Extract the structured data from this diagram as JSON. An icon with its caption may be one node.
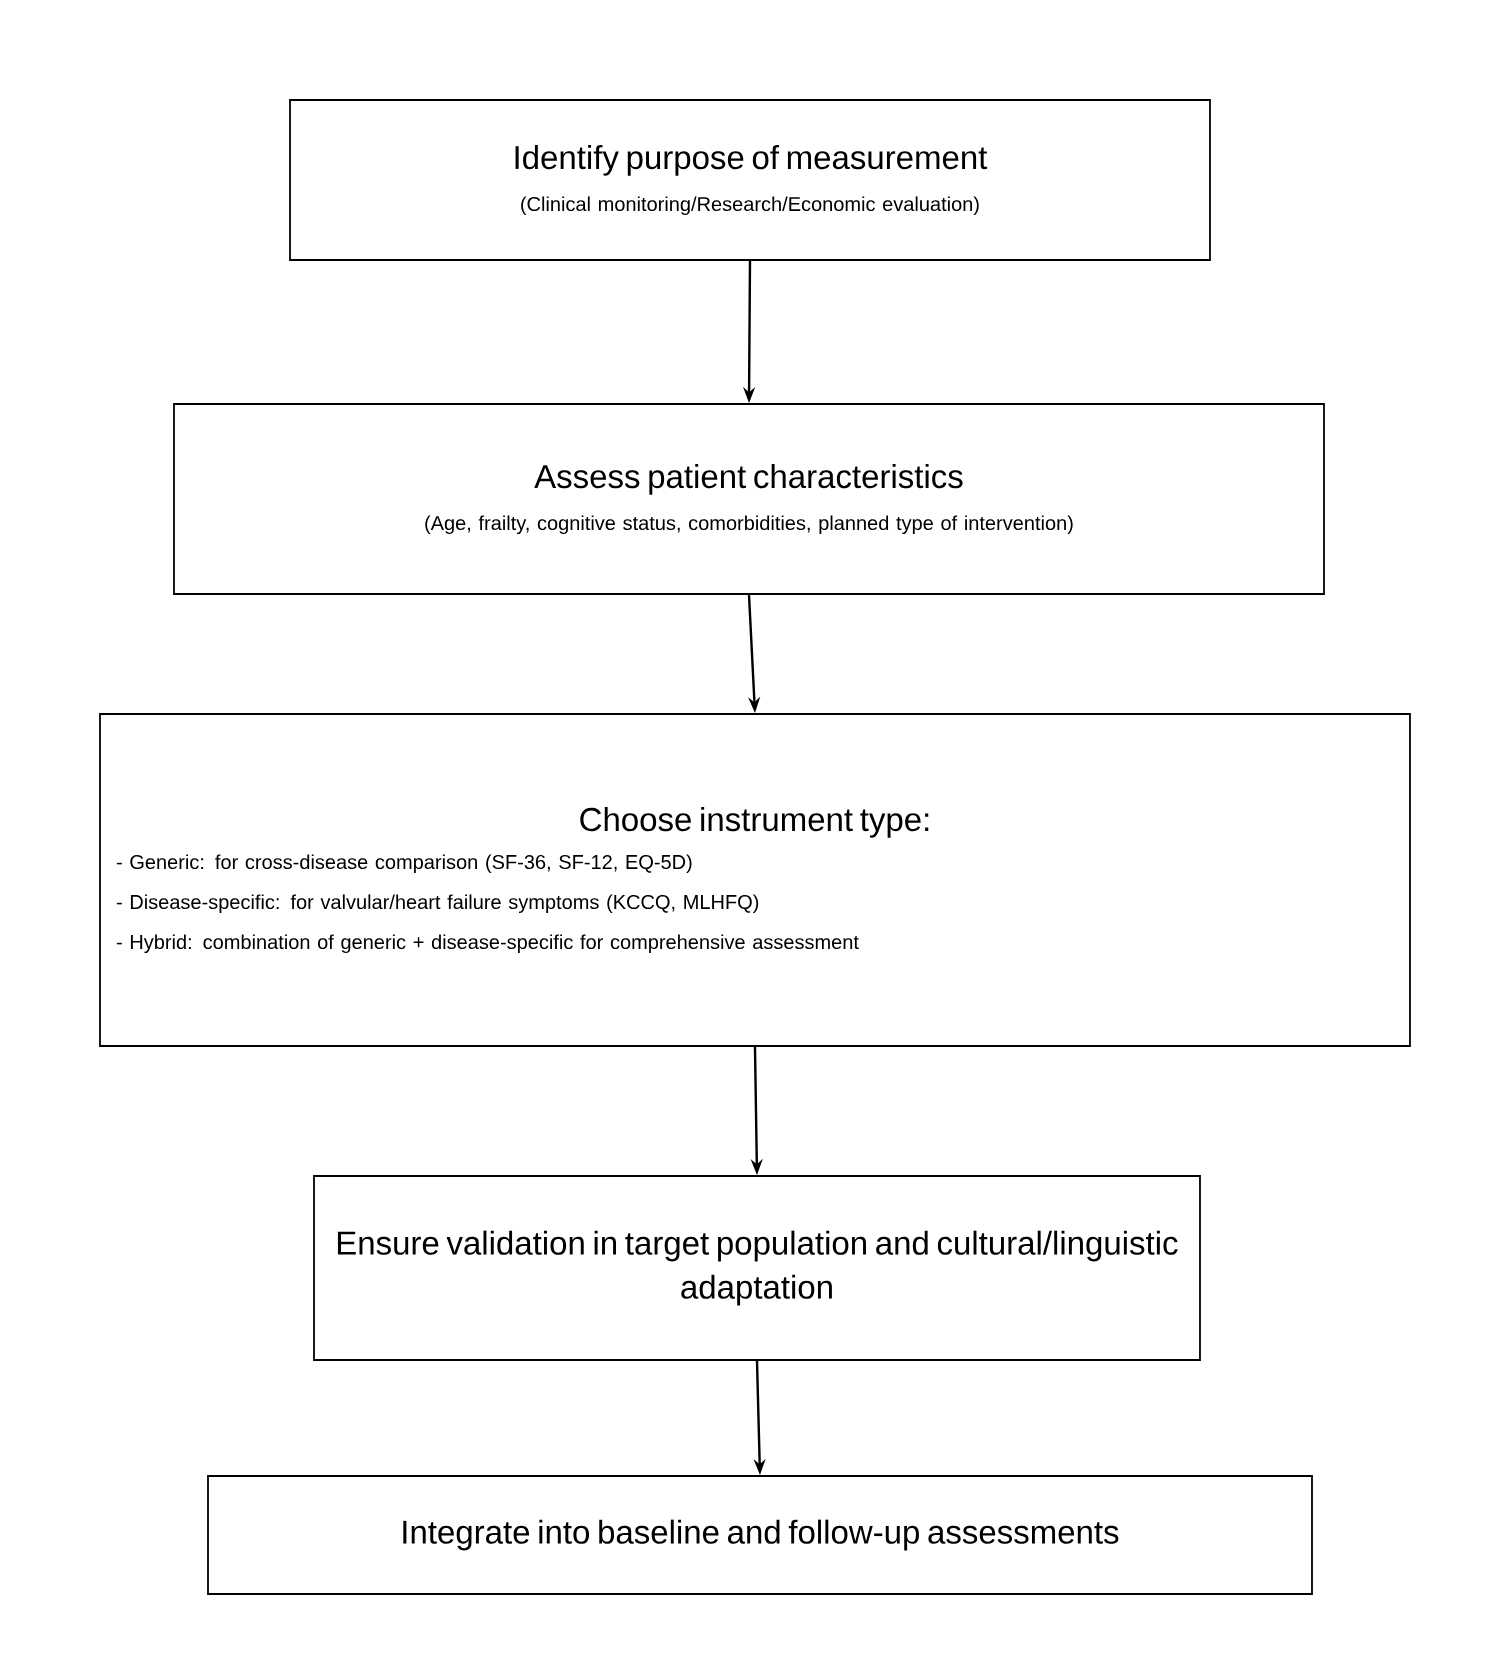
{
  "diagram": {
    "nodes": [
      {
        "text": [
          "Identify purpose of measurement",
          "(Clinical monitoring/Research/Economic evaluation)"
        ]
      },
      {
        "text": [
          "Assess patient characteristics",
          "(Age, frailty, cognitive status, comorbidities, planned type of intervention)"
        ]
      },
      {
        "text": [
          "Choose instrument type:",
          "- Generic: for cross-disease comparison (SF-36, SF-12, EQ-5D)",
          "- Disease-specific: for valvular/heart failure symptoms (KCCQ, MLHFQ)",
          "- Hybrid: combination of generic + disease-specific for comprehensive assessment"
        ]
      },
      {
        "text": [
          "Ensure validation in target population and cultural/linguistic adaptation"
        ]
      },
      {
        "text": [
          "Integrate into baseline and follow-up assessments"
        ]
      }
    ],
    "edges": [
      {
        "from": 0,
        "to": 1,
        "arrow": "to"
      },
      {
        "from": 1,
        "to": 2,
        "arrow": "to"
      },
      {
        "from": 2,
        "to": 3,
        "arrow": "to"
      },
      {
        "from": 3,
        "to": 4,
        "arrow": "to"
      }
    ]
  }
}
